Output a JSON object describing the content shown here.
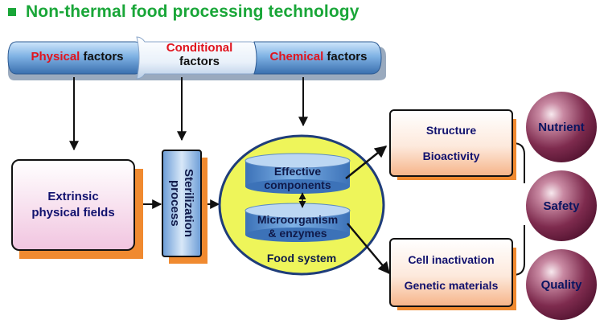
{
  "title": "Non-thermal food processing technology",
  "factors": {
    "physical": {
      "red": "Physical",
      "rest": " factors"
    },
    "conditional": {
      "red": "Conditional",
      "rest": "factors"
    },
    "chemical": {
      "red": "Chemical",
      "rest": " factors"
    }
  },
  "extrinsic": {
    "line1": "Extrinsic",
    "line2": "physical fields"
  },
  "sterilization": {
    "line1": "Sterilization",
    "line2": "process"
  },
  "food_system": {
    "top_line1": "Effective",
    "top_line2": "components",
    "bottom_line1": "Microorganism",
    "bottom_line2": "& enzymes",
    "caption": "Food system"
  },
  "outputs": {
    "upper": {
      "line1": "Structure",
      "line2": "Bioactivity"
    },
    "lower": {
      "line1": "Cell inactivation",
      "line2": "Genetic materials"
    }
  },
  "results": [
    "Nutrient",
    "Safety",
    "Quality"
  ],
  "colors": {
    "title_green": "#19a638",
    "red": "#e0141e",
    "orange_shadow": "#f08a30",
    "yellow_circle": "#eef55a",
    "sphere": "#7e2b4e"
  }
}
